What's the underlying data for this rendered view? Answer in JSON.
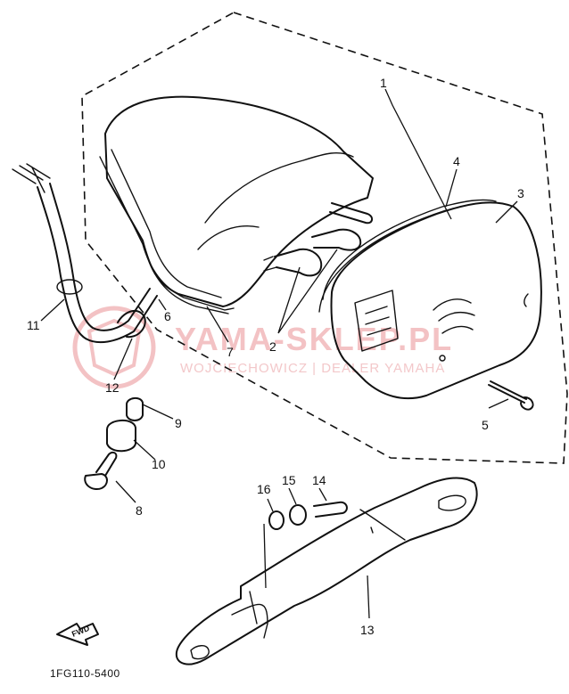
{
  "diagram": {
    "part_code": "1FG110-5400",
    "direction_label": "FWD",
    "callouts": {
      "c1": "1",
      "c2": "2",
      "c3": "3",
      "c4": "4",
      "c5": "5",
      "c6": "6",
      "c7": "7",
      "c8": "8",
      "c9": "9",
      "c10": "10",
      "c11": "11",
      "c12": "12",
      "c13": "13",
      "c14": "14",
      "c15": "15",
      "c16": "16"
    }
  },
  "watermark": {
    "main": "YAMA-SKLEP.PL",
    "sub": "WOJCIECHOWICZ | DEALER YAMAHA"
  },
  "colors": {
    "ink": "#111111",
    "watermark": "#f3c2c4"
  }
}
